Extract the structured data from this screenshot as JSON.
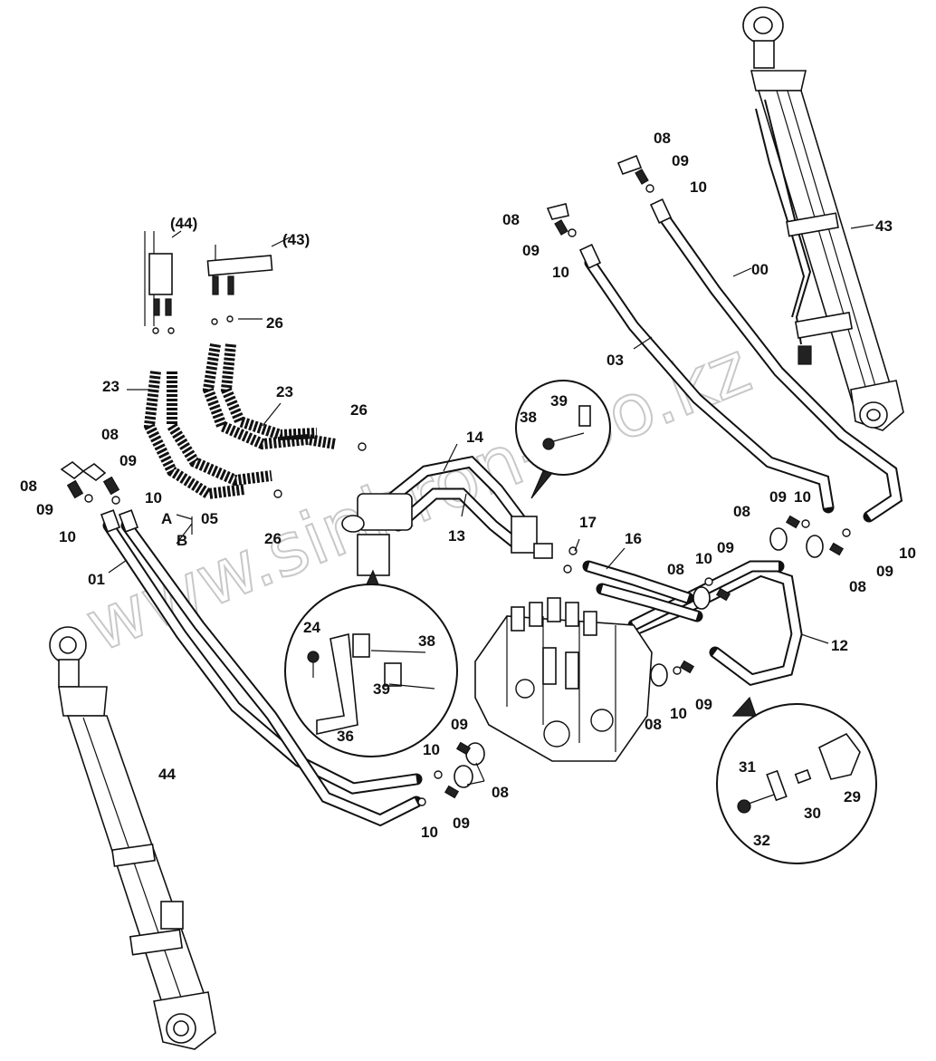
{
  "watermark": "www.sinhron-too.kz",
  "labels": {
    "l08a": "08",
    "l09a": "09",
    "l10a": "10",
    "l08b": "08",
    "l09b": "09",
    "l10b": "10",
    "l43": "43",
    "l00": "00",
    "l03": "03",
    "l44ref": "(44)",
    "l43ref": "(43)",
    "l26a": "26",
    "l23a": "23",
    "l23b": "23",
    "l26b": "26",
    "l14": "14",
    "l13": "13",
    "l39a": "39",
    "l38a": "38",
    "l08c": "08",
    "l09c": "09",
    "l10c": "10",
    "l08d": "08",
    "l09d": "09",
    "l10d": "10",
    "lA": "A",
    "lB": "B",
    "l05": "05",
    "l01": "01",
    "l26c": "26",
    "l17": "17",
    "l16": "16",
    "l08e": "08",
    "l09e": "09",
    "l10e": "10",
    "l08f": "08",
    "l09f": "09",
    "l10f": "10",
    "l08g": "08",
    "l10g": "10",
    "l09g": "09",
    "l12": "12",
    "l24": "24",
    "l38b": "38",
    "l39b": "39",
    "l36": "36",
    "l08h": "08",
    "l09h": "09",
    "l10h": "10",
    "l44": "44",
    "l09i": "09",
    "l10i": "10",
    "l08i": "08",
    "l10j": "10",
    "l09j": "09",
    "l31": "31",
    "l29": "29",
    "l30": "30",
    "l32": "32"
  }
}
